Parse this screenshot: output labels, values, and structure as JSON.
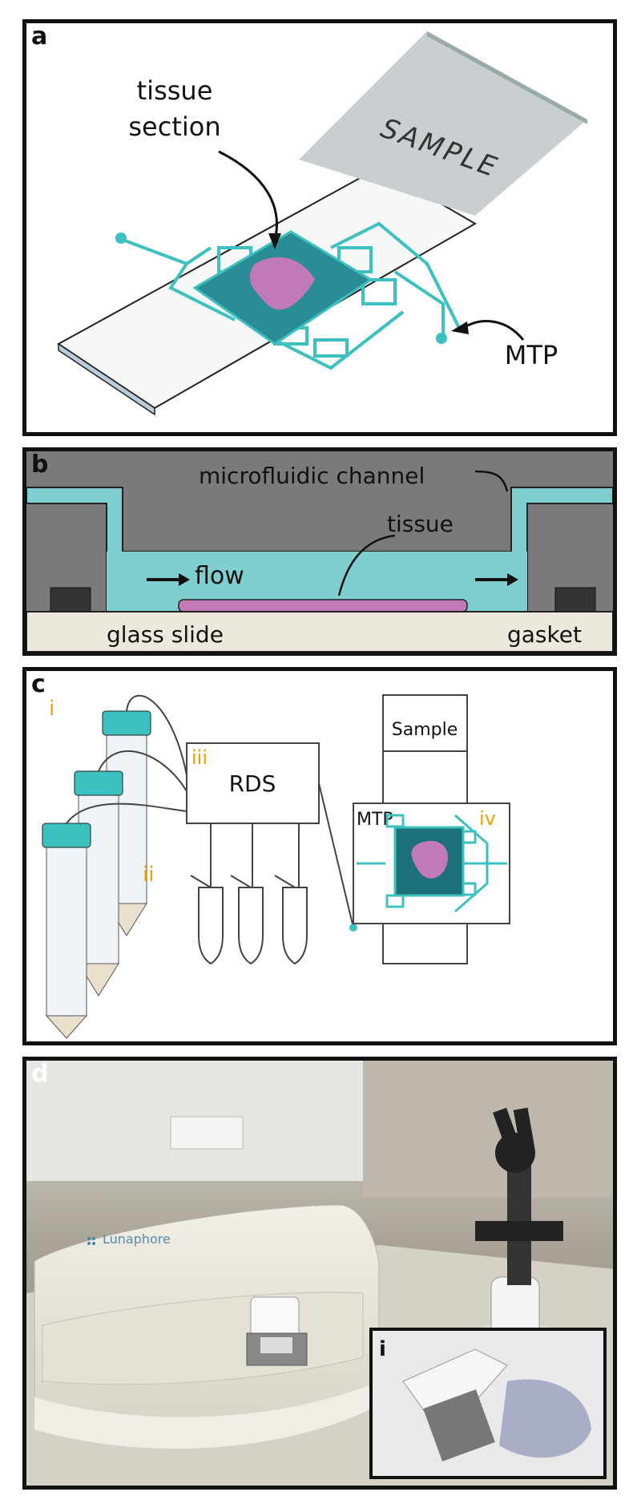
{
  "panels": {
    "a": {
      "label": "a",
      "sample_text": "SAMPLE",
      "tissue_line1": "tissue",
      "tissue_line2": "section",
      "mtp": "MTP"
    },
    "b": {
      "label": "b",
      "channel": "microfluidic channel",
      "tissue": "tissue",
      "flow": "flow",
      "glass": "glass slide",
      "gasket": "gasket"
    },
    "c": {
      "label": "c",
      "i": "i",
      "ii": "ii",
      "iii": "iii",
      "iv": "iv",
      "rds": "RDS",
      "sample": "Sample",
      "mtp": "MTP"
    },
    "d": {
      "label": "d",
      "brand": "Lunaphore",
      "inset_label": "i"
    }
  },
  "colors": {
    "teal": "#3cc0c0",
    "dark_teal": "#1d6f78",
    "tissue": "#c07ab8",
    "orange": "#f0a000",
    "channel_fill": "#7fcfd0",
    "housing": "#7a7a7a",
    "glass": "#ece8dc"
  },
  "icons": [
    "arrow-icon",
    "tube-icon",
    "eppendorf-icon",
    "chip-icon"
  ]
}
